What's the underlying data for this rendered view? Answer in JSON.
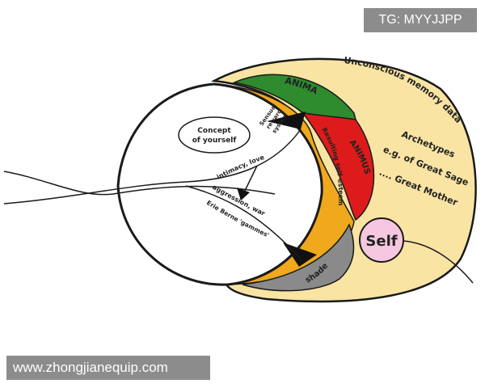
{
  "diagram": {
    "unconscious_label": "Unconscious memory data",
    "anima_label": "ANIMA",
    "animus_label": "ANIMUS",
    "shade_label": "shade",
    "self_label": "Self",
    "self_esteem_label": "Resulting self-esteem",
    "concept_line1": "Concept",
    "concept_line2": "of yourself",
    "sensual_line1": "Sensual",
    "sensual_line2": "reward",
    "sensual_line3": "system",
    "intimacy_label": "intimacy, love",
    "aggression_label": "aggression, war",
    "berne_label": "Erie Berne 'gammes'",
    "archetypes_line1": "Archetypes",
    "archetypes_line2": "e.g. of Great Sage",
    "archetypes_line3": ".... Great Mother"
  },
  "watermark": {
    "tg": "TG: MYYJJPP",
    "site": "www.zhongjianequip.com"
  },
  "colors": {
    "unconscious": "#f9e4a3",
    "anima": "#2e8b2e",
    "animus": "#dd1b1b",
    "self_esteem": "#f0a81c",
    "shade": "#8a8a8a",
    "self": "#f5c7e0"
  }
}
